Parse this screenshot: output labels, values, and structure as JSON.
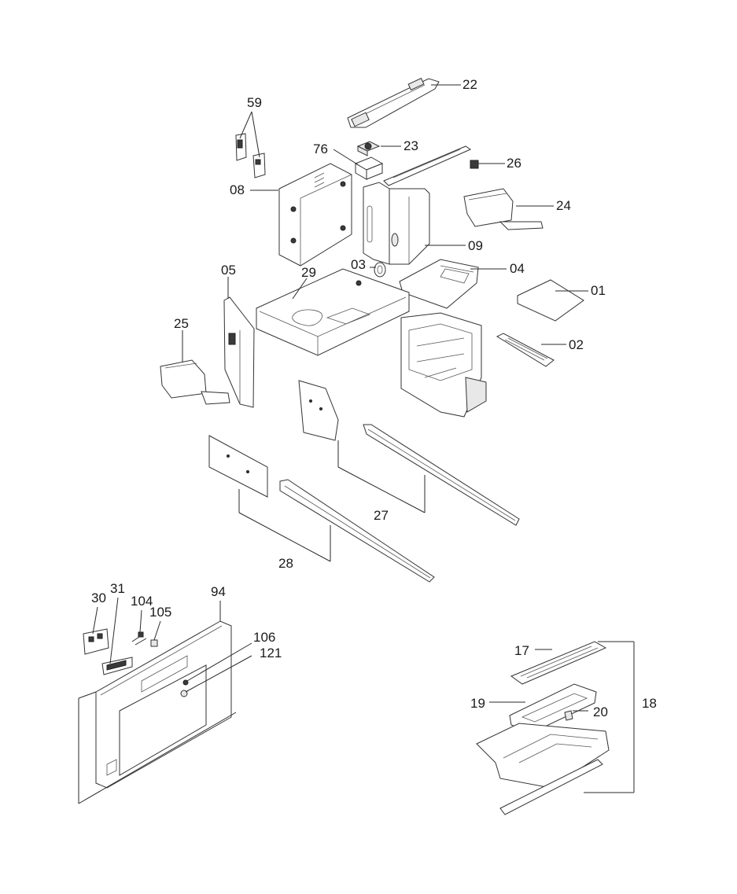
{
  "diagram": {
    "parts": [
      {
        "id": "p22",
        "label": "22",
        "icon": "handle-rail"
      },
      {
        "id": "p59",
        "label": "59",
        "icon": "hinge-bracket"
      },
      {
        "id": "p76",
        "label": "76",
        "icon": "fan-housing"
      },
      {
        "id": "p23",
        "label": "23",
        "icon": "fan"
      },
      {
        "id": "p26",
        "label": "26",
        "icon": "clip"
      },
      {
        "id": "p08",
        "label": "08",
        "icon": "side-panel-left"
      },
      {
        "id": "p24",
        "label": "24",
        "icon": "water-tank"
      },
      {
        "id": "p09",
        "label": "09",
        "icon": "side-panel-right"
      },
      {
        "id": "p03",
        "label": "03",
        "icon": "gasket-ring"
      },
      {
        "id": "p04",
        "label": "04",
        "icon": "top-cover"
      },
      {
        "id": "p05",
        "label": "05",
        "icon": "back-plate"
      },
      {
        "id": "p29",
        "label": "29",
        "icon": "base-tray"
      },
      {
        "id": "p01",
        "label": "01",
        "icon": "lid"
      },
      {
        "id": "p25",
        "label": "25",
        "icon": "drawer-tray"
      },
      {
        "id": "p02",
        "label": "02",
        "icon": "grille"
      },
      {
        "id": "p27",
        "label": "27",
        "icon": "slide-rail-set"
      },
      {
        "id": "p28",
        "label": "28",
        "icon": "slide-rail-set"
      },
      {
        "id": "p30",
        "label": "30",
        "icon": "circuit-board"
      },
      {
        "id": "p31",
        "label": "31",
        "icon": "display-module"
      },
      {
        "id": "p104",
        "label": "104",
        "icon": "cable"
      },
      {
        "id": "p105",
        "label": "105",
        "icon": "switch"
      },
      {
        "id": "p94",
        "label": "94",
        "icon": "front-frame"
      },
      {
        "id": "p106",
        "label": "106",
        "icon": "button"
      },
      {
        "id": "p121",
        "label": "121",
        "icon": "knob"
      },
      {
        "id": "p17",
        "label": "17",
        "icon": "drip-grid"
      },
      {
        "id": "p19",
        "label": "19",
        "icon": "drip-frame"
      },
      {
        "id": "p20",
        "label": "20",
        "icon": "float"
      },
      {
        "id": "p18",
        "label": "18",
        "icon": "drip-tray-assembly"
      }
    ]
  }
}
